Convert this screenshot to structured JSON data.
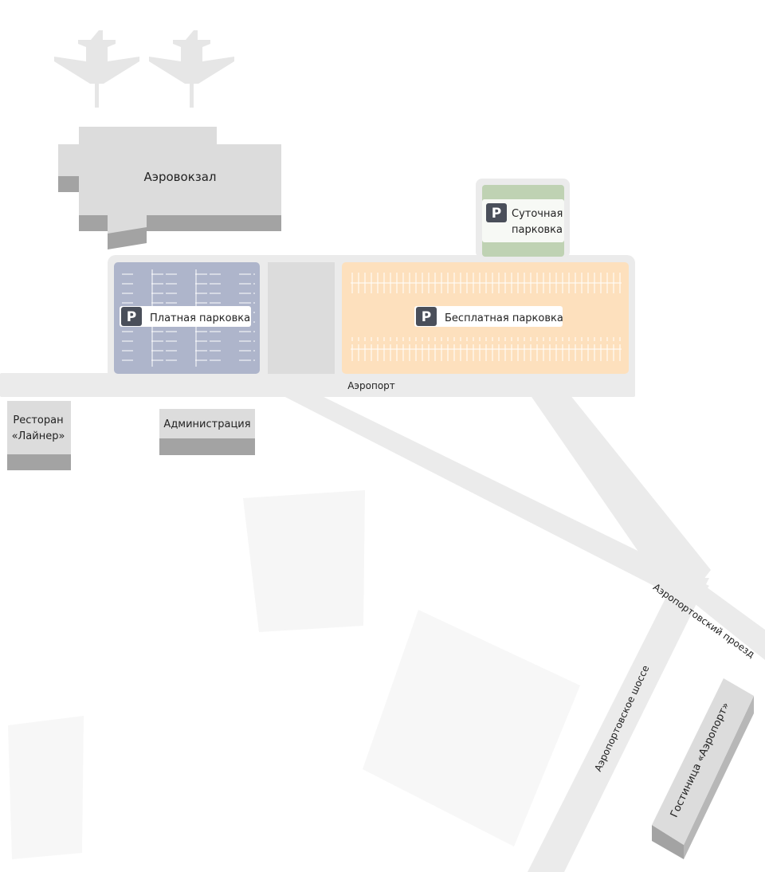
{
  "map": {
    "buildings": {
      "terminal": "Аэровокзал",
      "restaurant_line1": "Ресторан",
      "restaurant_line2": "«Лайнер»",
      "administration": "Администрация",
      "hotel": "Гостиница «Аэропорт»"
    },
    "parkings": {
      "paid": "Платная парковка",
      "free": "Бесплатная парковка",
      "daily_line1": "Суточная",
      "daily_line2": "парковка",
      "icon_letter": "P"
    },
    "streets": {
      "airport": "Аэропорт",
      "airport_passage": "Аэропортовский проезд",
      "airport_highway": "Аэропортовское шоссе"
    },
    "colors": {
      "paid_parking": "#aeb5cb",
      "free_parking": "#fde0bd",
      "daily_parking": "#bfd2b3",
      "building": "#dcdcdc",
      "building_shadow": "#a3a3a3",
      "road": "#ebebeb",
      "parking_icon": "#4a4f5a"
    }
  }
}
